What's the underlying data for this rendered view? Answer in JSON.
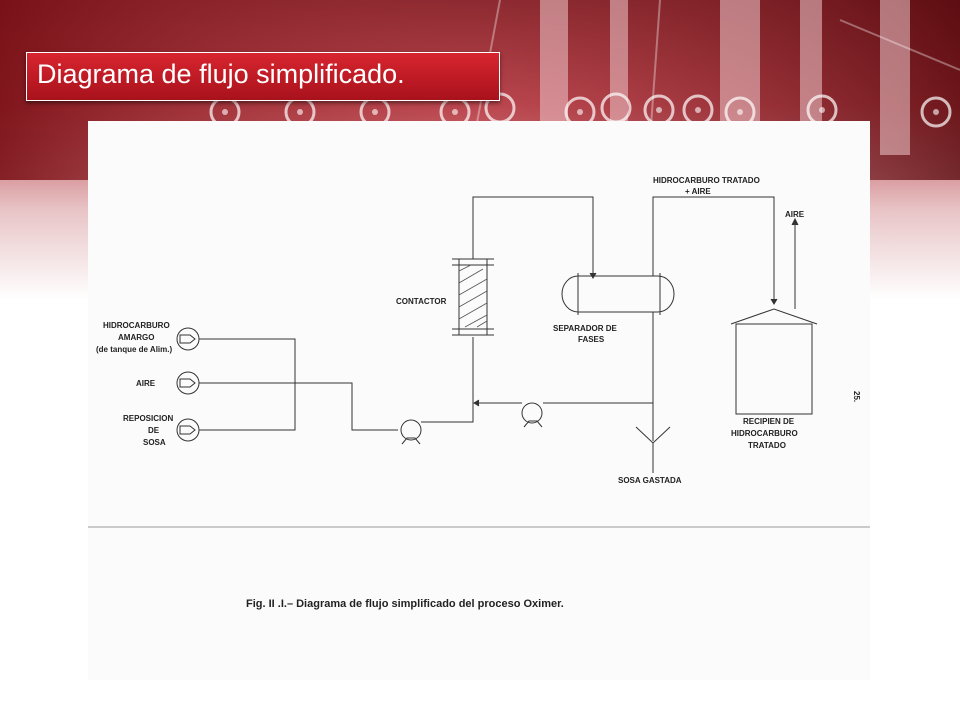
{
  "slide": {
    "title": "Diagrama de flujo simplificado."
  },
  "diagram": {
    "inputs": [
      {
        "line1": "HIDROCARBURO",
        "line2": "AMARGO",
        "line3": "(de tanque de Alim.)"
      },
      {
        "line1": "AIRE"
      },
      {
        "line1": "REPOSICION",
        "line2": "DE",
        "line3": "SOSA"
      }
    ],
    "contactor_label": "CONTACTOR",
    "separator_label_1": "SEPARADOR  DE",
    "separator_label_2": "FASES",
    "product_label_1": "HIDROCARBURO  TRATADO",
    "product_label_2": "+ AIRE",
    "vent_label": "AIRE",
    "tank_label_1": "RECIPIEN DE",
    "tank_label_2": "HIDROCARBURO",
    "tank_label_3": "TRATADO",
    "spent_caustic_label": "SOSA GASTADA",
    "page_number": "25.",
    "caption": "Fig. II .I.– Diagrama de flujo simplificado del proceso Oximer."
  },
  "colors": {
    "title_red": "#c41a24",
    "ink": "#222222"
  }
}
